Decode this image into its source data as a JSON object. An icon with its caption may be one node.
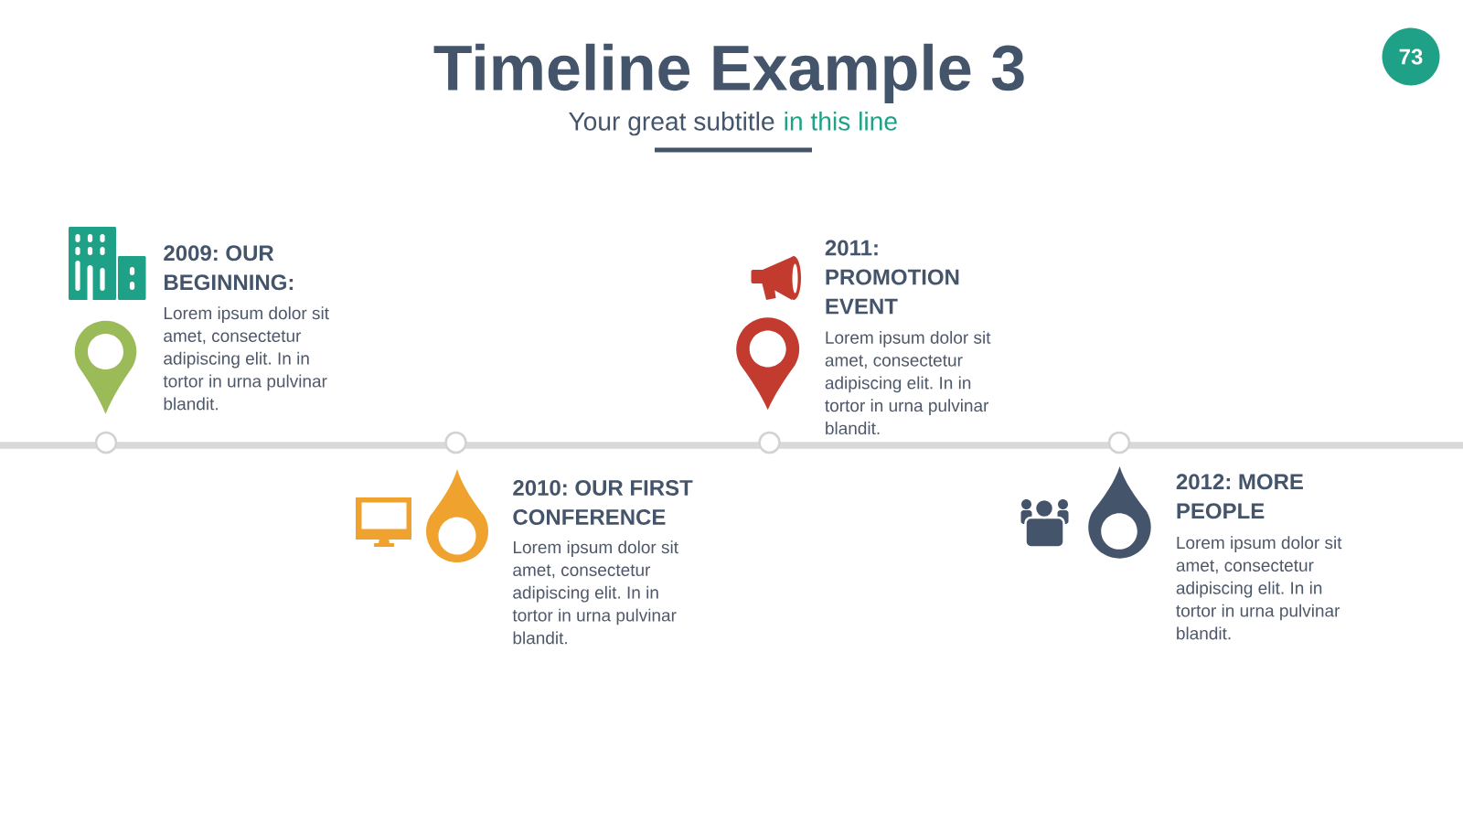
{
  "diagram": {
    "title": "Timeline Example 3",
    "nodes": [
      {
        "text": [
          "73"
        ]
      }
    ],
    "labels": [
      "Your great subtitle",
      "in this line",
      "2009: OUR BEGINNING:",
      "Lorem ipsum dolor sit amet, consectetur adipiscing elit. In in tortor in urna pulvinar blandit.",
      "2010: OUR FIRST CONFERENCE",
      "Lorem ipsum dolor sit amet, consectetur adipiscing elit. In in tortor in urna pulvinar blandit.",
      "2011: PROMOTION EVENT",
      "Lorem ipsum dolor sit amet, consectetur adipiscing elit. In in tortor in urna pulvinar blandit.",
      "2012: MORE PEOPLE",
      "Lorem ipsum dolor sit amet, consectetur adipiscing elit. In in tortor in urna pulvinar blandit."
    ]
  }
}
